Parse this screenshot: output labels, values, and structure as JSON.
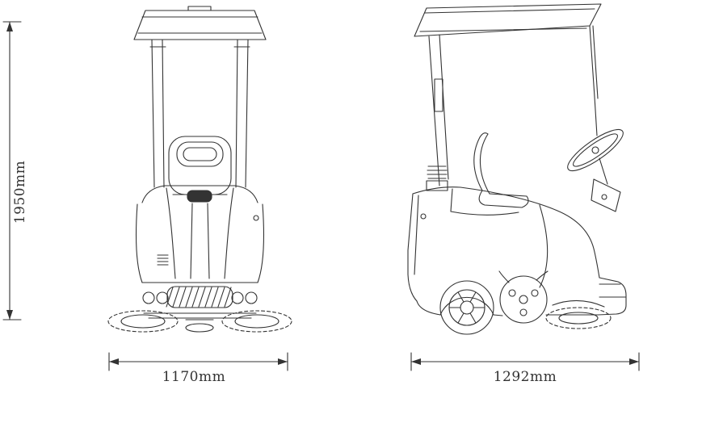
{
  "colors": {
    "line": "#333333",
    "background": "#ffffff"
  },
  "dimensions": {
    "height_label": "1950mm",
    "front_width_label": "1170mm",
    "side_length_label": "1292mm"
  }
}
